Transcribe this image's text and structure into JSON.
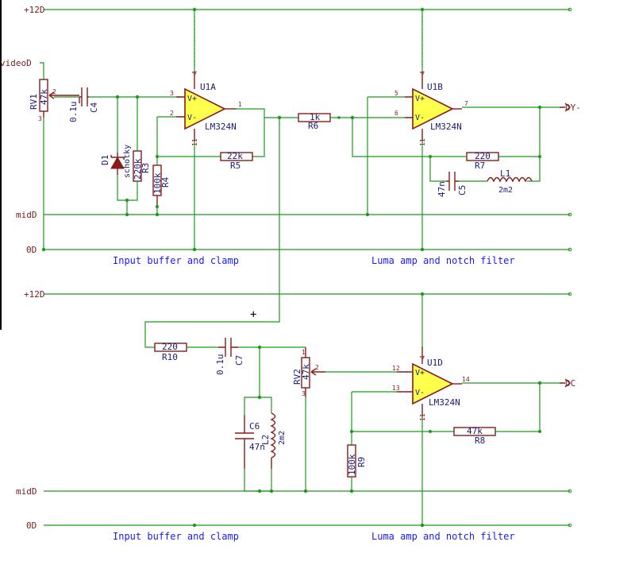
{
  "nets": {
    "vplus_top": "+12D",
    "video": "videoD",
    "mid_top": "midD",
    "gnd_top": "0D",
    "vplus_bottom": "+12D",
    "mid_bottom": "midD",
    "gnd_bottom": "0D",
    "out_y": "DY-",
    "out_c": "DC"
  },
  "notes": {
    "input_top": "Input buffer and clamp",
    "luma_top": "Luma amp and notch filter",
    "input_bottom": "Input buffer and clamp",
    "luma_bottom": "Luma amp and notch filter",
    "cursor": "+"
  },
  "components": {
    "rv1": {
      "ref": "RV1",
      "value": "47k",
      "pin_wiper": "2",
      "pin_end": "3"
    },
    "c4": {
      "ref": "C4",
      "value": "0.1u"
    },
    "d1": {
      "ref": "D1",
      "value": "schotky"
    },
    "r3": {
      "ref": "R3",
      "value": "220k"
    },
    "r4": {
      "ref": "R4",
      "value": "100k"
    },
    "u1a": {
      "ref": "U1A",
      "value": "LM324N",
      "in_plus": "3",
      "in_minus": "2",
      "out": "1",
      "vcc": "4",
      "gnd": "11"
    },
    "r5": {
      "ref": "R5",
      "value": "22k"
    },
    "r6": {
      "ref": "R6",
      "value": "1k"
    },
    "u1b": {
      "ref": "U1B",
      "value": "LM324N",
      "in_plus": "5",
      "in_minus": "6",
      "out": "7",
      "vcc": "4",
      "gnd": "11"
    },
    "r7": {
      "ref": "R7",
      "value": "220"
    },
    "c5": {
      "ref": "C5",
      "value": "47n"
    },
    "l1": {
      "ref": "L1",
      "value": "2m2"
    },
    "r10": {
      "ref": "R10",
      "value": "220"
    },
    "c7": {
      "ref": "C7",
      "value": "0.1u"
    },
    "c6": {
      "ref": "C6",
      "value": "47n"
    },
    "l2": {
      "ref": "L2",
      "value": "2m2"
    },
    "rv2": {
      "ref": "RV2",
      "value": "47k",
      "pin_top": "1",
      "pin_wiper": "2",
      "pin_bottom": "3"
    },
    "u1d": {
      "ref": "U1D",
      "value": "LM324N",
      "in_plus": "12",
      "in_minus": "13",
      "out": "14",
      "vcc": "4",
      "gnd": "11"
    },
    "r8": {
      "ref": "R8",
      "value": "47k"
    },
    "r9": {
      "ref": "R9",
      "value": "100k"
    }
  },
  "op_signs": {
    "plus": "V+",
    "minus": "V-"
  },
  "colors": {
    "wire": "#1c9a1c",
    "component": "#8a1a1a",
    "opamp_fill": "#ffff4d",
    "label_text": "#1a1a7a",
    "note_text": "#1a1aff",
    "net_text": "#7a2020"
  }
}
